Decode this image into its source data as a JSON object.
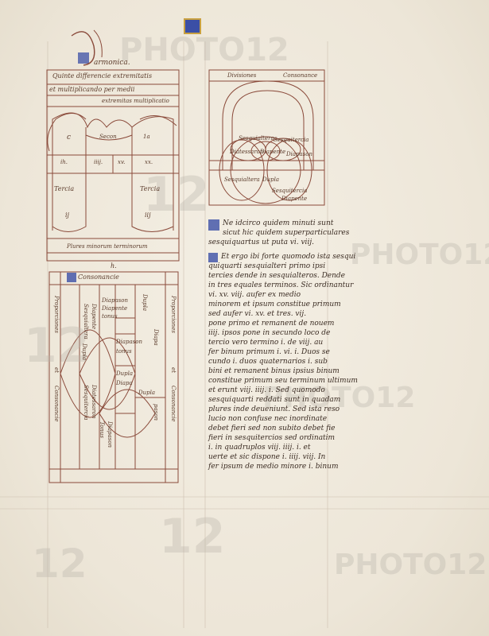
{
  "colors": {
    "ink": "#8a4a3a",
    "text": "#3a2b22",
    "blue": "#3b4fa6",
    "gold": "#c9a040"
  },
  "figure_left": {
    "title": "armonica.",
    "header_line1": "Quinte differencie extremitatis",
    "header_line2": "et multiplicando per medii",
    "row_label": "extremitas multiplicatio",
    "c": "c",
    "cells_top": [
      "Secon",
      "1a"
    ],
    "cells_mid": [
      "ih.",
      "iiij.",
      "xv.",
      "xx."
    ],
    "tertia_left": "Tercia",
    "tertia_right": "Tercia",
    "n_left": "ij",
    "n_right": "iij",
    "bottom": "Plures minorum terminorum"
  },
  "figure_right": {
    "label_left": "Divisiones",
    "label_right": "Consonance",
    "arc_a": "Sesquialtera",
    "arc_b": "Sesquitercia",
    "ring_c": "Diatessaron",
    "ring_d": "Diapente",
    "ring_e": "Diapason",
    "e": "Sesquialtera",
    "f": "Dupla",
    "g": "Sesquitercia",
    "h": "Diapente"
  },
  "figure_lower": {
    "h": "h.",
    "title": "Consonancie",
    "side_left_1": "Proporciones",
    "side_left_2": "et",
    "side_left_3": "Consonancie",
    "side_right_1": "Proporciones",
    "side_right_2": "et",
    "side_right_3": "Consonancie",
    "cell_1": "Dupla",
    "cell_2": "Diapa",
    "col1_a": "Sesquialtera",
    "col1_b": "Diapente",
    "col1_c": "Dupla",
    "col2_a": "Diapason",
    "col2_b": "Diapente",
    "col2_c": "tonus",
    "col3_a": "Diapason",
    "col3_b": "tonus",
    "cell_3": "Dupla",
    "cell_4": "Diapa",
    "cell_5": "Dupla",
    "cell_6": "pason",
    "cell_7": "Sesquitercia",
    "cell_8": "Diatessaron",
    "cell_9": "Tonus",
    "cell_10": "Diapason"
  },
  "text_lines": [
    "Ne idcirco quidem minuti sunt",
    "sicut hic quidem superparticulares",
    "sesquiquartus ut puta vi. viij.",
    "Et ergo ibi forte quomodo ista sesqui",
    "quiquarti sesquialteri primo ipsi",
    "tercies dende in sesquialteros. Dende",
    "in tres equales terminos. Sic ordinantur",
    "vi. xv. viij. aufer ex medio",
    "minorem et ipsum constitue primum",
    "sed aufer vi. xv. et tres. vij.",
    "pone primo et remanent de nouem",
    "iiij. ipsos pone in secundo loco de",
    "tercio vero termino i. de viij. au",
    "fer binum primum i. vi. i. Duos se",
    "cundo i. duos quaternarios i. sub",
    "bini et remanent binus ipsius binum",
    "constitue primum seu terminum ultimum",
    "et erunt viij. iiij. i. Sed quomodo",
    "sesquiquarti reddati sunt in quadam",
    "plures inde deueniunt. Sed ista reso",
    "lucio non confuse nec inordinate",
    "debet fieri sed non subito debet fie",
    "fieri in sesquitercios sed ordinatim",
    "i. in quadruplos viij. iiij. i. et",
    "uerte et sic dispone i. iiij. viij. In",
    "fer ipsum de medio minore i. binum"
  ],
  "watermarks": [
    "PHOTO12",
    "12",
    "12",
    "PHOTO12",
    "PHOTO12",
    "12",
    "PHOTO12",
    "12"
  ]
}
